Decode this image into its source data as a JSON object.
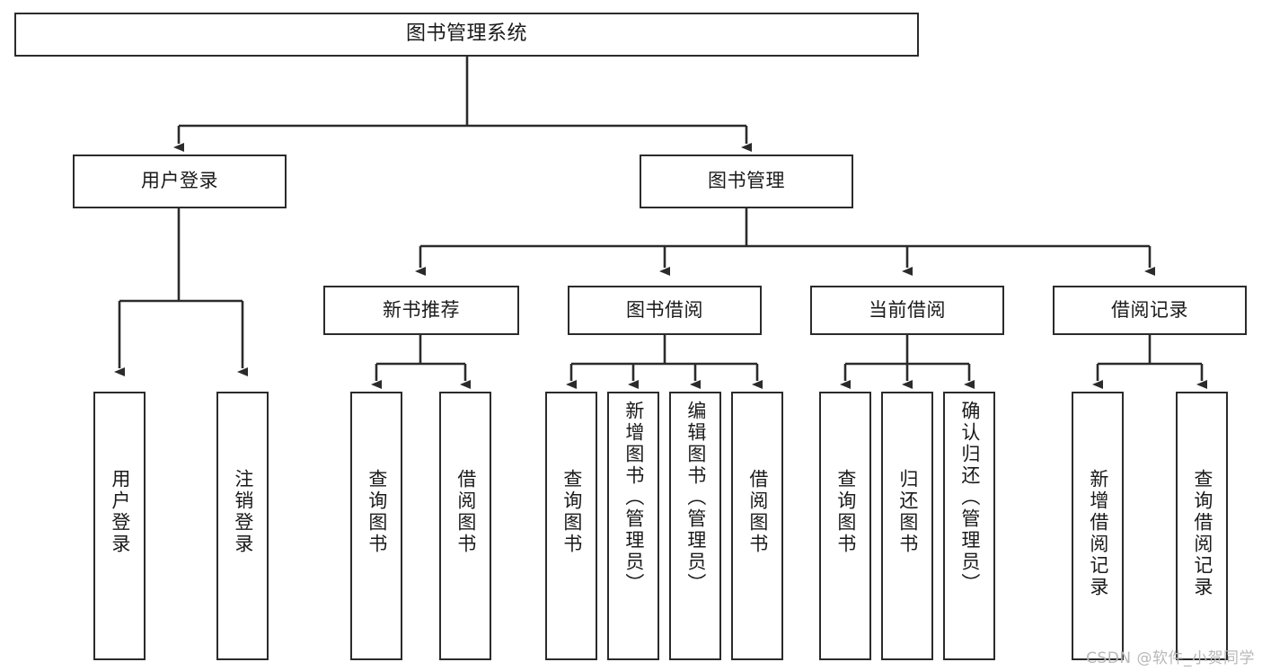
{
  "diagram": {
    "title": "图书管理系统",
    "watermark": "CSDN @软件_小贺同学",
    "stroke_color": "#2b2b2b",
    "text_color": "#1a1a1a",
    "background_color": "#ffffff",
    "watermark_color": "#b8b8b8"
  },
  "nodes": {
    "root": {
      "label": "图书管理系统"
    },
    "level2": [
      {
        "label": "用户登录"
      },
      {
        "label": "图书管理"
      }
    ],
    "level3": [
      {
        "label": "新书推荐"
      },
      {
        "label": "图书借阅"
      },
      {
        "label": "当前借阅"
      },
      {
        "label": "借阅记录"
      }
    ],
    "leaves": [
      {
        "label": "用户登录"
      },
      {
        "label": "注销登录"
      },
      {
        "label": "查询图书"
      },
      {
        "label": "借阅图书"
      },
      {
        "label": "查询图书"
      },
      {
        "label": "新增图书（管理员）"
      },
      {
        "label": "编辑图书（管理员）"
      },
      {
        "label": "借阅图书"
      },
      {
        "label": "查询图书"
      },
      {
        "label": "归还图书"
      },
      {
        "label": "确认归还（管理员）"
      },
      {
        "label": "新增借阅记录"
      },
      {
        "label": "查询借阅记录"
      }
    ]
  },
  "hierarchy": {
    "图书管理系统": [
      "用户登录",
      "图书管理"
    ],
    "用户登录": [
      "用户登录",
      "注销登录"
    ],
    "图书管理": [
      "新书推荐",
      "图书借阅",
      "当前借阅",
      "借阅记录"
    ],
    "新书推荐": [
      "查询图书",
      "借阅图书"
    ],
    "图书借阅": [
      "查询图书",
      "新增图书（管理员）",
      "编辑图书（管理员）",
      "借阅图书"
    ],
    "当前借阅": [
      "查询图书",
      "归还图书",
      "确认归还（管理员）"
    ],
    "借阅记录": [
      "新增借阅记录",
      "查询借阅记录"
    ]
  }
}
